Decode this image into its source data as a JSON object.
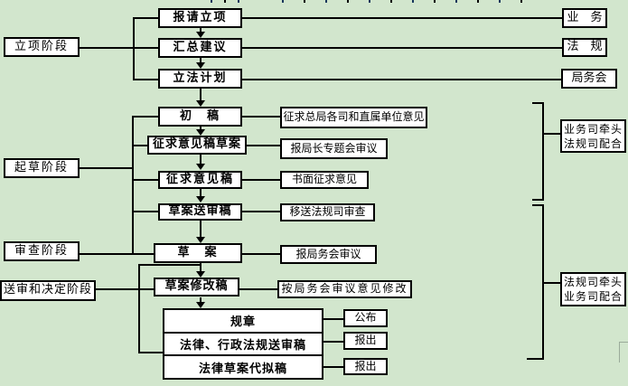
{
  "colors": {
    "background": "#d2e6cd",
    "line": "#000000",
    "box_fill": "#ffffff",
    "faint_corner": "#9aab9a"
  },
  "stages": {
    "lixiang": "立项阶段",
    "qicao": "起草阶段",
    "shencha": "审查阶段",
    "songshen": "送审和决定阶段"
  },
  "flow": {
    "baoqing_lixiang": "报请立项",
    "huizong_jianyi": "汇总建议",
    "lifa_jihua": "立法计划",
    "chugao": "初　稿",
    "zhengqiu_caoan": "征求意见稿草案",
    "zhengqiu_gao": "征求意见稿",
    "caoan_songshen_gao": "草案送审稿",
    "caoan": "草　案",
    "caoan_xiugai_gao": "草案修改稿"
  },
  "final_docs": {
    "guizhang": "规章",
    "falv_xingzheng_fagui": "法律、行政法规送审稿",
    "falv_caoan_daini": "法律草案代拟稿"
  },
  "outputs": {
    "gongbu": "公布",
    "baochu_1": "报出",
    "baochu_2": "报出"
  },
  "side_notes": {
    "chugao": "征求总局各司和直属单位意见",
    "zhengqiu_caoan": "报局长专题会审议",
    "zhengqiu_gao": "书面征求意见",
    "caoan_songshen_gao": "移送法规司审查",
    "caoan": "报局务会审议",
    "caoan_xiugai_gao": "按局务会审议意见修改"
  },
  "recipients": {
    "yewu": "业　务",
    "fagui": "法　规",
    "juwuhui": "局务会"
  },
  "responsibility": {
    "upper": {
      "line1": "业务司牵头",
      "line2": "法规司配合"
    },
    "lower": {
      "line1": "法规司牵头",
      "line2": "业务司配合"
    }
  }
}
